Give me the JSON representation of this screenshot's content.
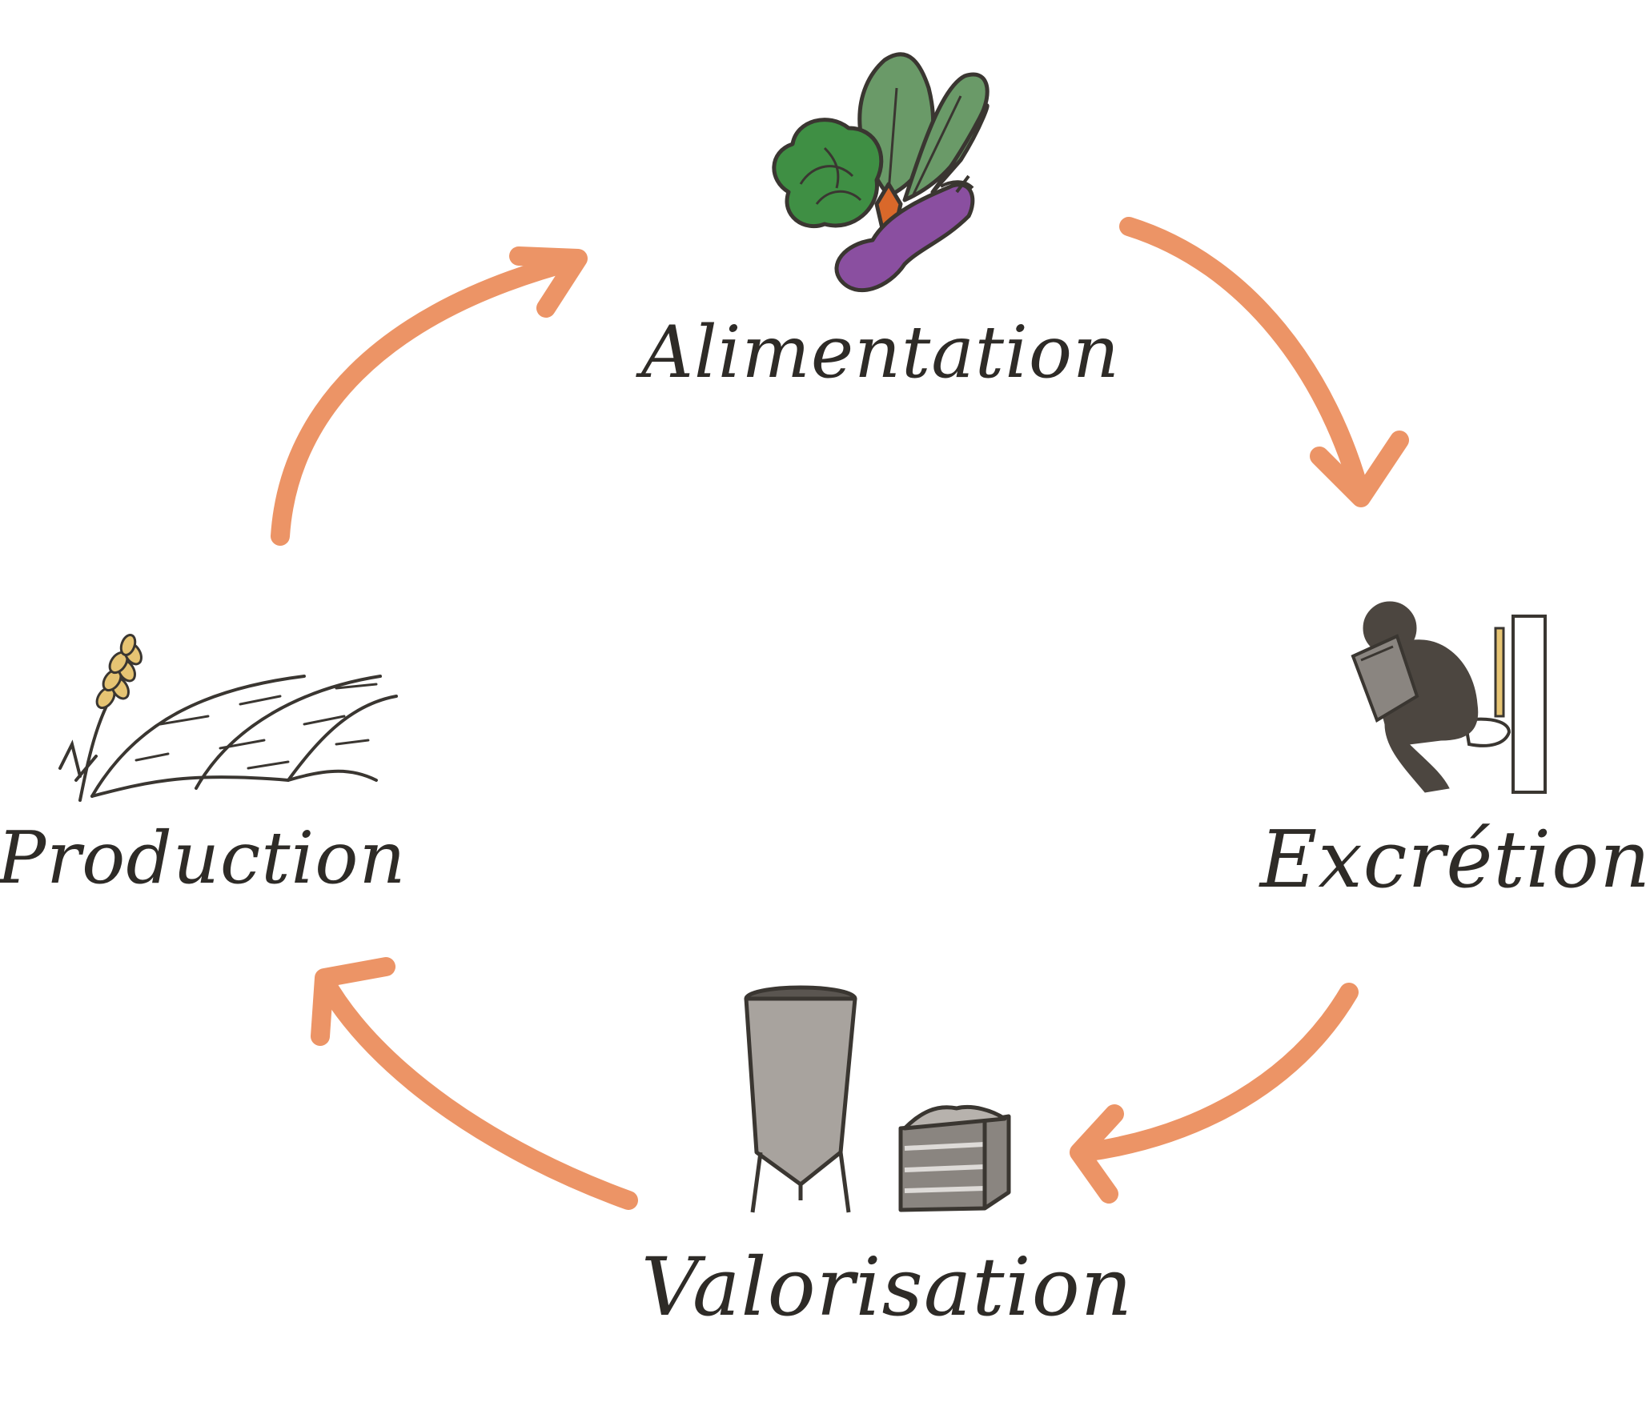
{
  "colors": {
    "arrow": "#ec9466",
    "ink": "#2e2b27",
    "leaf_green": "#6a9a68",
    "cabbage_green": "#3f8f44",
    "eggplant": "#8a4fa0",
    "carrot": "#d9682a",
    "silo_grey": "#a8a39e",
    "person_dark": "#4c4640",
    "wheat_gold": "#e6c473"
  },
  "stages": [
    {
      "id": "alimentation",
      "label": "Alimentation",
      "icon": "vegetables-icon"
    },
    {
      "id": "excretion",
      "label": "Excrétion",
      "icon": "person-on-toilet-icon"
    },
    {
      "id": "valorisation",
      "label": "Valorisation",
      "icon": "silo-and-compost-crate-icon"
    },
    {
      "id": "production",
      "label": "Production",
      "icon": "wheat-field-icon"
    }
  ],
  "arrows": [
    {
      "from": "production",
      "to": "alimentation"
    },
    {
      "from": "alimentation",
      "to": "excretion"
    },
    {
      "from": "excretion",
      "to": "valorisation"
    },
    {
      "from": "valorisation",
      "to": "production"
    }
  ]
}
